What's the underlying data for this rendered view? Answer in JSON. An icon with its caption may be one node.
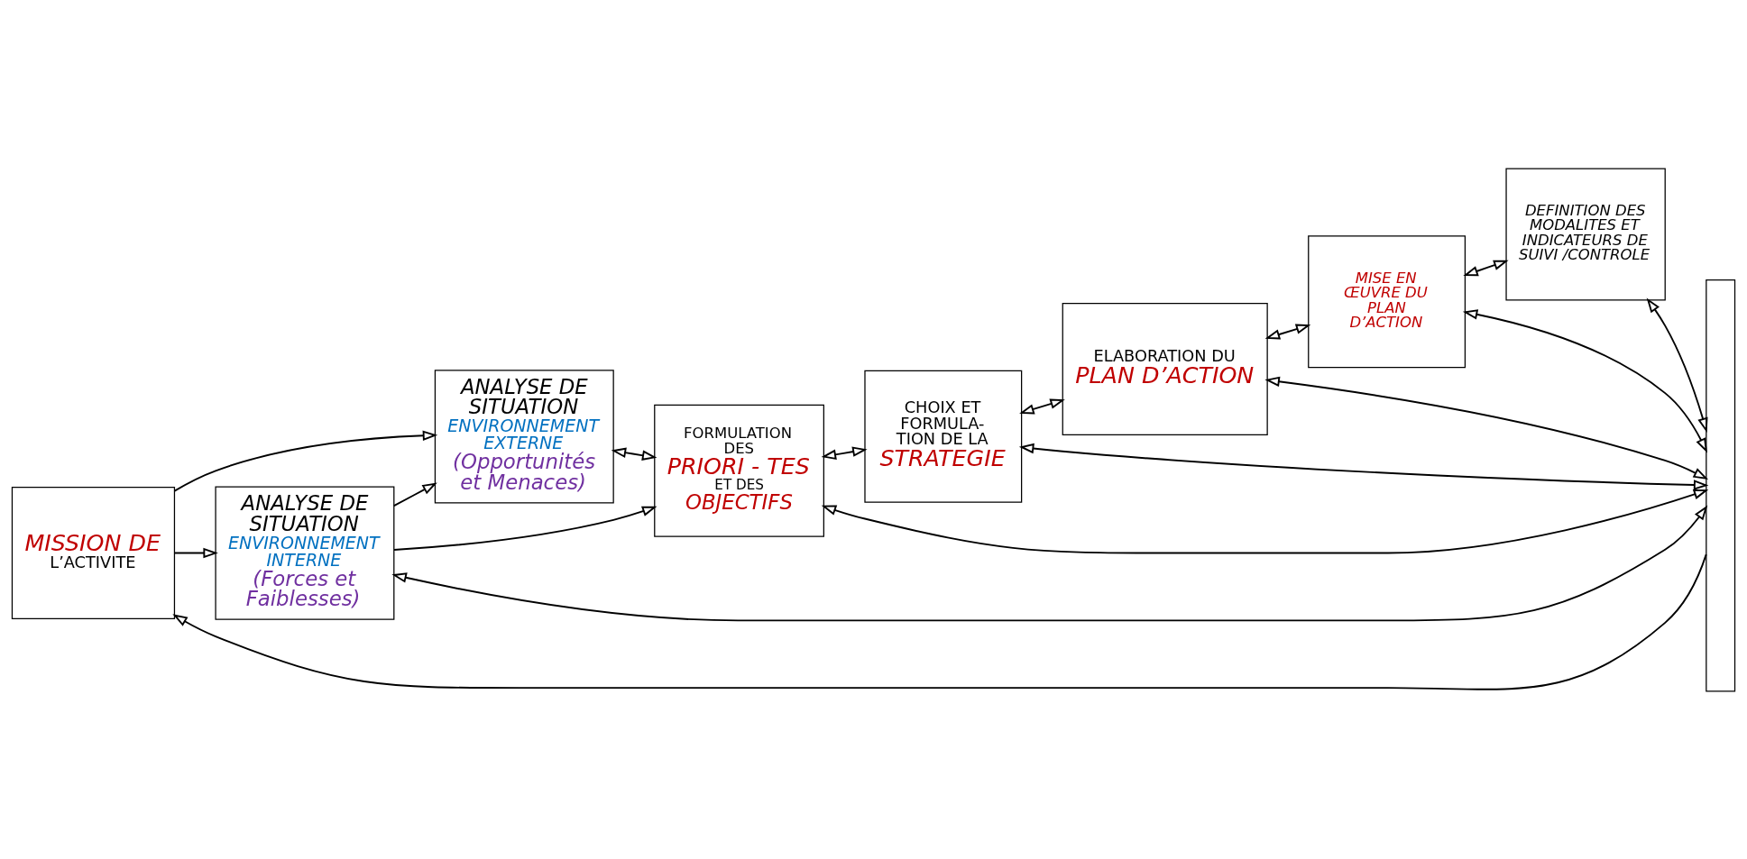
{
  "diagram": {
    "nodes": [
      {
        "text": [
          "MISSION DE",
          "L’ACTIVITE"
        ]
      },
      {
        "text": [
          "ANALYSE DE SITUATION",
          "ENVIRONNEMENT EXTERNE",
          "(Opportunités et Menaces)"
        ]
      },
      {
        "text": [
          "ANALYSE DE SITUATION",
          "ENVIRONNEMENT INTERNE",
          "(Forces et Faiblesses)"
        ]
      },
      {
        "text": [
          "FORMULATION DES",
          "PRIORI - TES",
          "ET DES",
          "OBJECTIFS"
        ]
      },
      {
        "text": [
          "CHOIX ET FORMULA- TION DE LA",
          "STRATEGIE"
        ]
      },
      {
        "text": [
          "ELABORATION DU",
          "PLAN D’ACTION"
        ]
      },
      {
        "text": [
          "MISE EN ŒUVRE DU PLAN D’ACTION"
        ]
      },
      {
        "text": [
          "DEFINITION DES MODALITES ET INDICATEURS DE SUIVI /CONTROLE"
        ]
      },
      {
        "text": [],
        "shape": "bar"
      }
    ],
    "edges": [
      {
        "from": 0,
        "to": 1,
        "arrow": "to"
      },
      {
        "from": 0,
        "to": 2,
        "arrow": "to"
      },
      {
        "from": 2,
        "to": 1,
        "arrow": "to"
      },
      {
        "from": 1,
        "to": 3,
        "arrow": "both"
      },
      {
        "from": 2,
        "to": 3,
        "arrow": "to"
      },
      {
        "from": 3,
        "to": 4,
        "arrow": "both"
      },
      {
        "from": 4,
        "to": 5,
        "arrow": "both"
      },
      {
        "from": 5,
        "to": 6,
        "arrow": "both"
      },
      {
        "from": 6,
        "to": 7,
        "arrow": "both"
      },
      {
        "from": 8,
        "to": 0,
        "arrow": "to"
      },
      {
        "from": 2,
        "to": 8,
        "arrow": "both"
      },
      {
        "from": 3,
        "to": 8,
        "arrow": "both"
      },
      {
        "from": 4,
        "to": 8,
        "arrow": "both"
      },
      {
        "from": 5,
        "to": 8,
        "arrow": "both"
      },
      {
        "from": 6,
        "to": 8,
        "arrow": "both"
      },
      {
        "from": 7,
        "to": 8,
        "arrow": "both"
      }
    ]
  }
}
